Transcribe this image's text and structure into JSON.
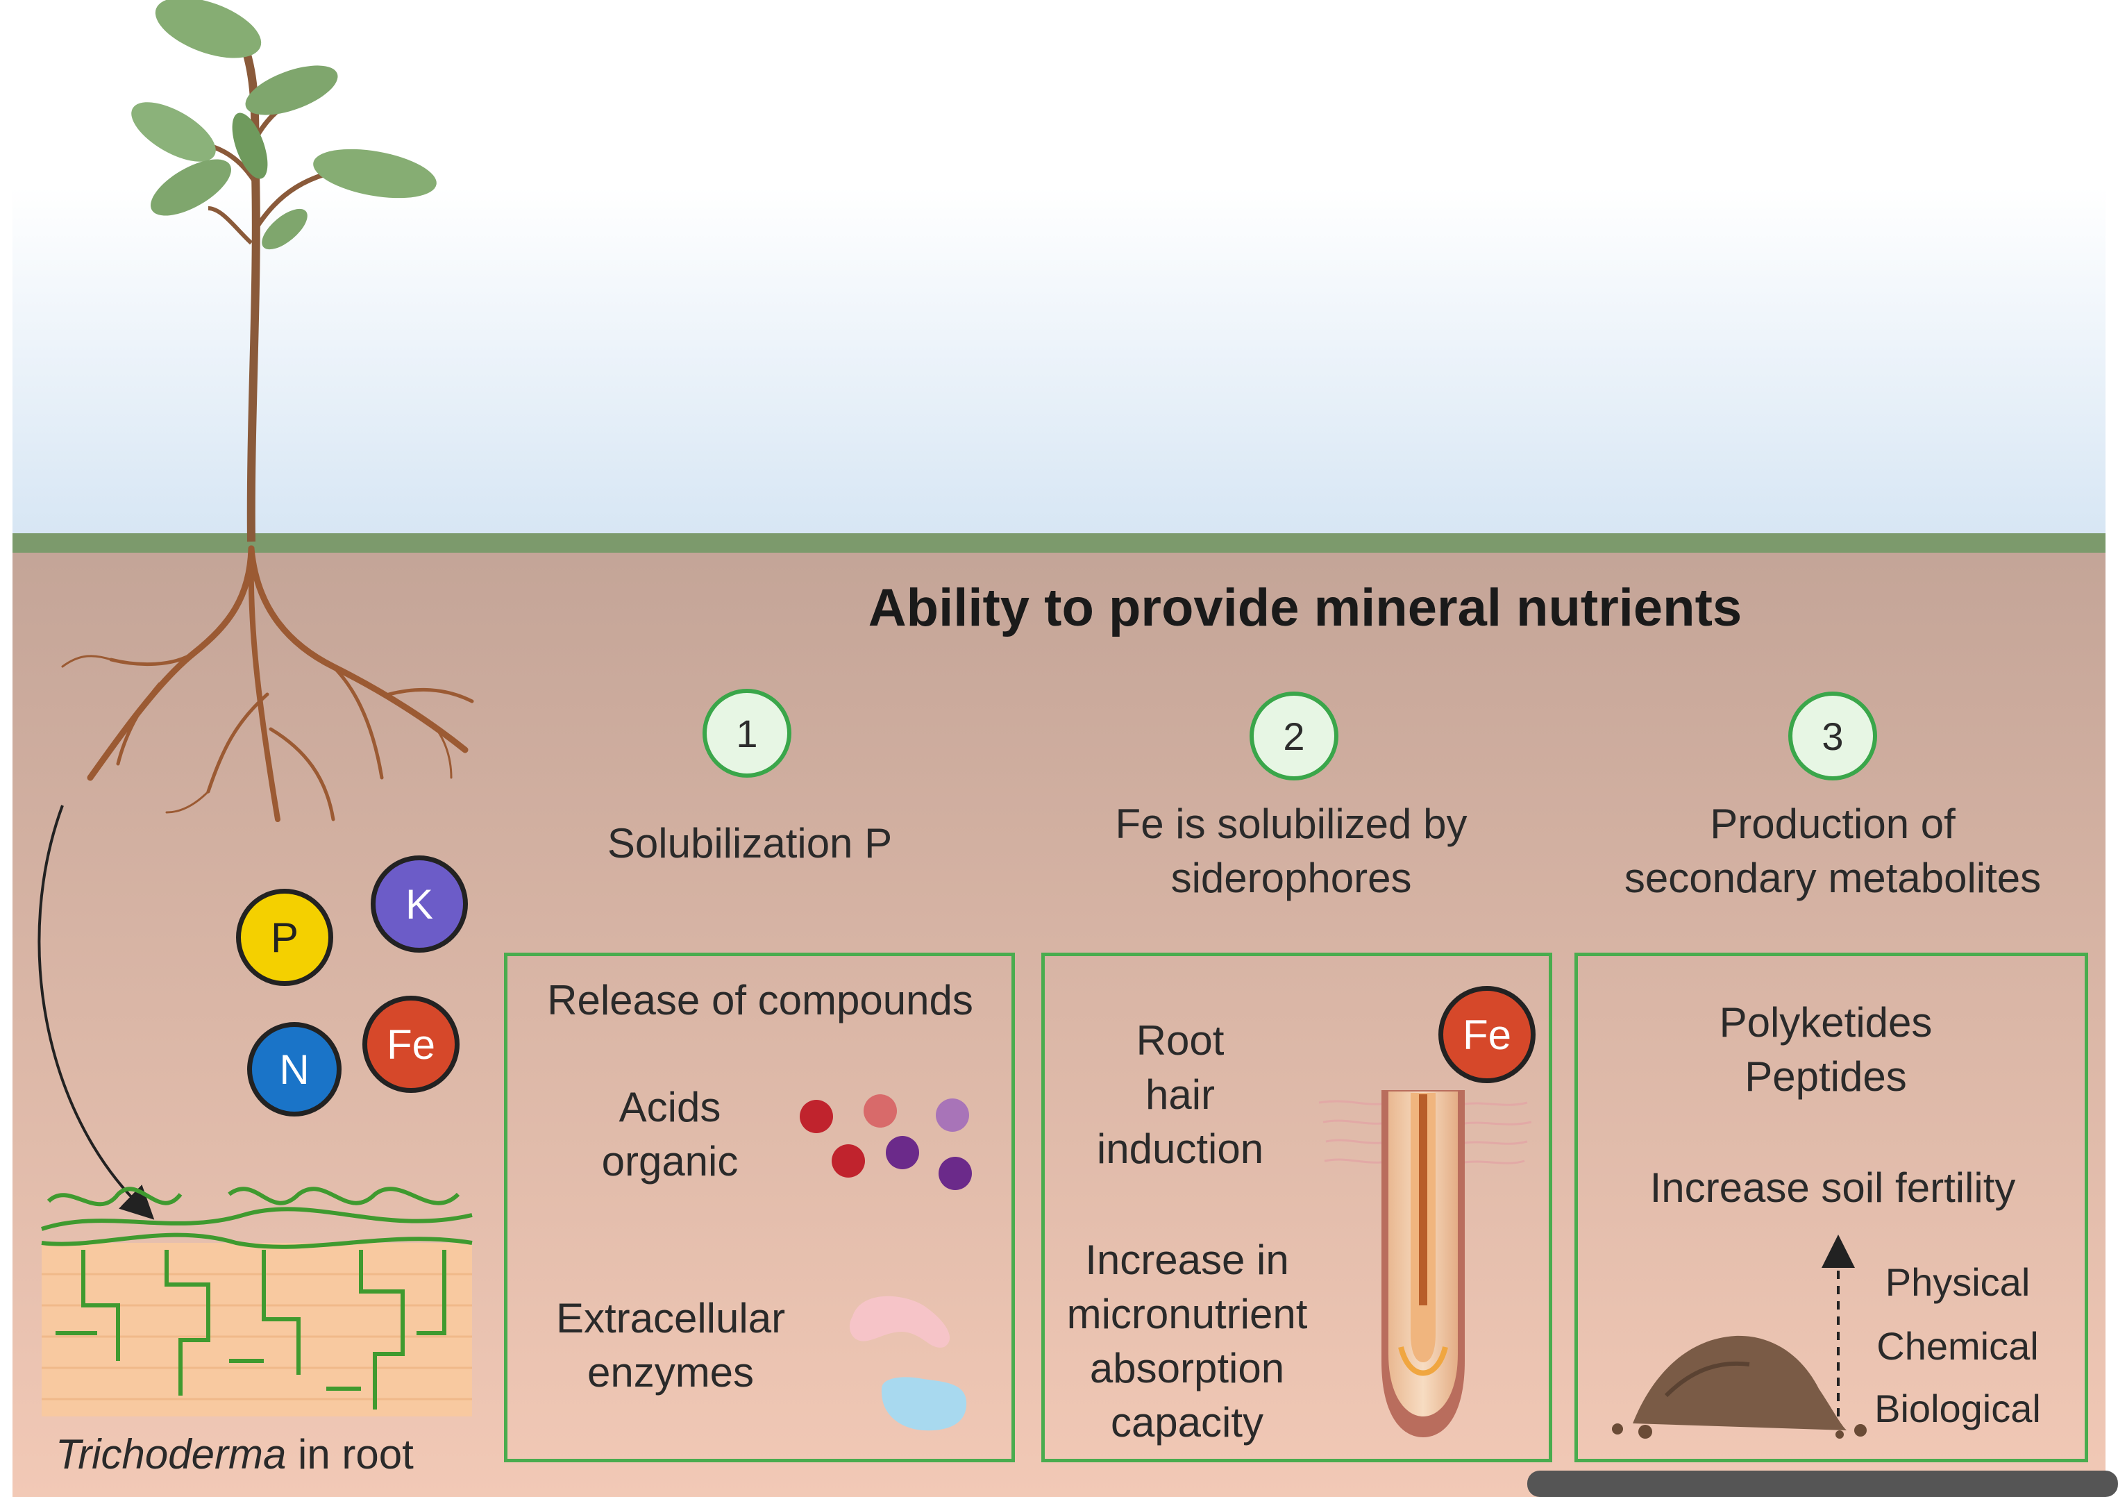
{
  "title": "Ability to provide mineral nutrients",
  "nutrients": [
    "P",
    "K",
    "N",
    "Fe"
  ],
  "caption": {
    "italic": "Trichoderma",
    "rest": " in root"
  },
  "columns": [
    {
      "number": "1",
      "heading": [
        "Solubilization P"
      ]
    },
    {
      "number": "2",
      "heading": [
        "Fe is solubilized by",
        "siderophores"
      ]
    },
    {
      "number": "3",
      "heading": [
        "Production of",
        "secondary metabolites"
      ]
    }
  ],
  "panel1": {
    "header": "Release of compounds",
    "acids": [
      "Acids",
      "organic"
    ],
    "enzymes": [
      "Extracellular",
      "enzymes"
    ]
  },
  "panel2": {
    "badge": "Fe",
    "root_hair": [
      "Root",
      "hair",
      "induction"
    ],
    "increase": [
      "Increase in",
      "micronutrient",
      "absorption",
      "capacity"
    ]
  },
  "panel3": {
    "compounds": [
      "Polyketides",
      "Peptides"
    ],
    "fertility": "Increase soil fertility",
    "properties": [
      "Physical",
      "Chemical",
      "Biological"
    ]
  },
  "colors": {
    "sky_top": "#ffffff",
    "sky_bottom": "#ddeaf6",
    "grass": "#7c9a6c",
    "soil": "#c8ab9e",
    "panel_border": "#49ac4e",
    "root": "#9b5a33",
    "leaf": "#7fa66d",
    "P": "#f4d000",
    "K": "#6c5cc8",
    "N": "#1a74c8",
    "Fe": "#d6482a"
  }
}
